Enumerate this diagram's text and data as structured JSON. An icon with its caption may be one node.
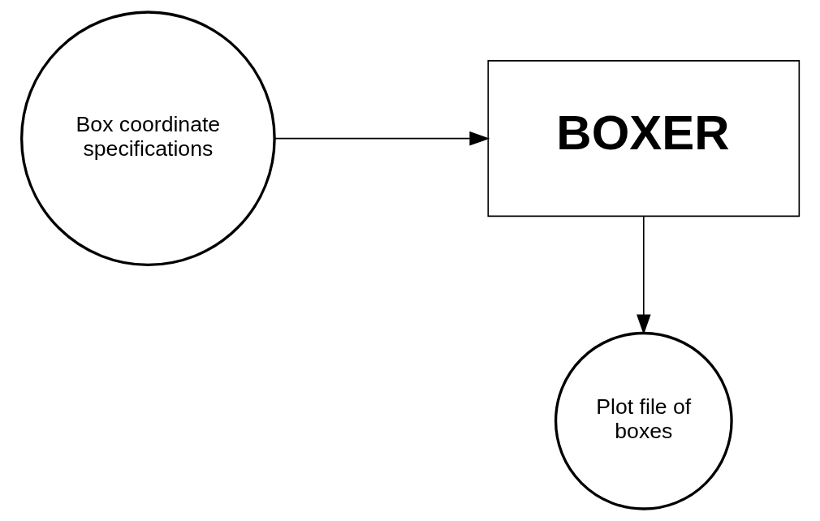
{
  "diagram": {
    "nodes": [
      {
        "text": [
          "Box coordinate specifications"
        ]
      },
      {
        "text": [
          "BOXER"
        ]
      },
      {
        "text": [
          "Plot file of boxes"
        ]
      }
    ],
    "edges": [
      {
        "from": 0,
        "to": 1,
        "arrow": "to"
      },
      {
        "from": 1,
        "to": 2,
        "arrow": "to"
      }
    ]
  }
}
